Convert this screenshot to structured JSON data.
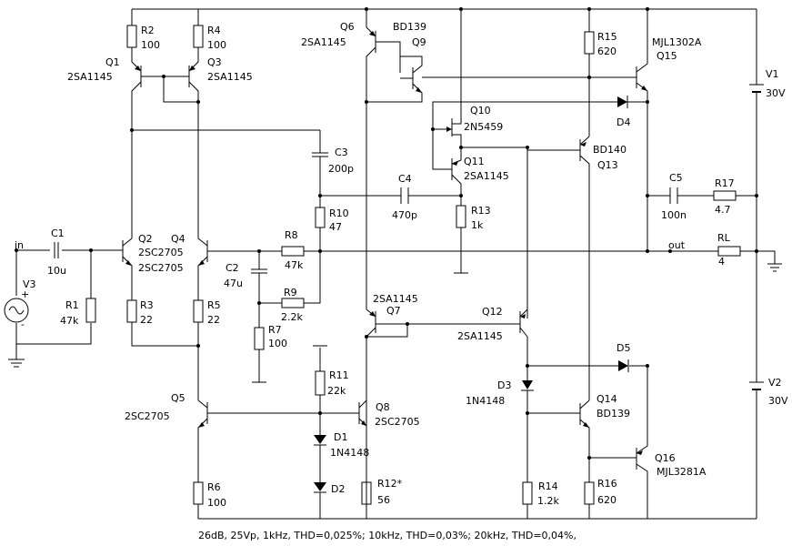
{
  "components": {
    "in": "in",
    "out": "out",
    "C1": {
      "name": "C1",
      "value": "10u"
    },
    "R1": {
      "name": "R1",
      "value": "47k"
    },
    "V3": {
      "name": "V3"
    },
    "R2": {
      "name": "R2",
      "value": "100"
    },
    "R4": {
      "name": "R4",
      "value": "100"
    },
    "Q1": {
      "name": "Q1",
      "part": "2SA1145"
    },
    "Q3": {
      "name": "Q3",
      "part": "2SA1145"
    },
    "Q2": {
      "name": "Q2",
      "part": "2SC2705"
    },
    "Q4": {
      "name": "Q4",
      "part": "2SC2705"
    },
    "R3": {
      "name": "R3",
      "value": "22"
    },
    "R5": {
      "name": "R5",
      "value": "22"
    },
    "Q5": {
      "name": "Q5",
      "part": "2SC2705"
    },
    "R6": {
      "name": "R6",
      "value": "100"
    },
    "C2": {
      "name": "C2",
      "value": "47u"
    },
    "R7": {
      "name": "R7",
      "value": "100"
    },
    "R8": {
      "name": "R8",
      "value": "47k"
    },
    "R9": {
      "name": "R9",
      "value": "2.2k"
    },
    "C3": {
      "name": "C3",
      "value": "200p"
    },
    "R10": {
      "name": "R10",
      "value": "47"
    },
    "C4": {
      "name": "C4",
      "value": "470p"
    },
    "R13": {
      "name": "R13",
      "value": "1k"
    },
    "Q6": {
      "name": "Q6",
      "part": "2SA1145"
    },
    "Q9": {
      "name": "Q9",
      "part": "BD139"
    },
    "Q10": {
      "name": "Q10",
      "part": "2N5459"
    },
    "Q11": {
      "name": "Q11",
      "part": "2SA1145"
    },
    "R15": {
      "name": "R15",
      "value": "620"
    },
    "Q13": {
      "name": "Q13",
      "part": "BD140"
    },
    "Q15": {
      "name": "Q15",
      "part": "MJL1302A"
    },
    "D4": {
      "name": "D4"
    },
    "C5": {
      "name": "C5",
      "value": "100n"
    },
    "R17": {
      "name": "R17",
      "value": "4.7"
    },
    "RL": {
      "name": "RL",
      "value": "4"
    },
    "V1": {
      "name": "V1",
      "value": "30V"
    },
    "V2": {
      "name": "V2",
      "value": "30V"
    },
    "Q7": {
      "name": "Q7",
      "part": "2SA1145"
    },
    "Q12": {
      "name": "Q12",
      "part": "2SA1145"
    },
    "R11": {
      "name": "R11",
      "value": "22k"
    },
    "D1": {
      "name": "D1",
      "part": "1N4148"
    },
    "D2": {
      "name": "D2"
    },
    "Q8": {
      "name": "Q8",
      "part": "2SC2705"
    },
    "R12": {
      "name": "R12*",
      "value": "56"
    },
    "D3": {
      "name": "D3",
      "part": "1N4148"
    },
    "R14": {
      "name": "R14",
      "value": "1.2k"
    },
    "Q14": {
      "name": "Q14",
      "part": "BD139"
    },
    "D5": {
      "name": "D5"
    },
    "R16": {
      "name": "R16",
      "value": "620"
    },
    "Q16": {
      "name": "Q16",
      "part": "MJL3281A"
    }
  },
  "footer": "26dB, 25Vp, 1kHz, THD=0,025%; 10kHz, THD=0,03%; 20kHz, THD=0,04%,"
}
